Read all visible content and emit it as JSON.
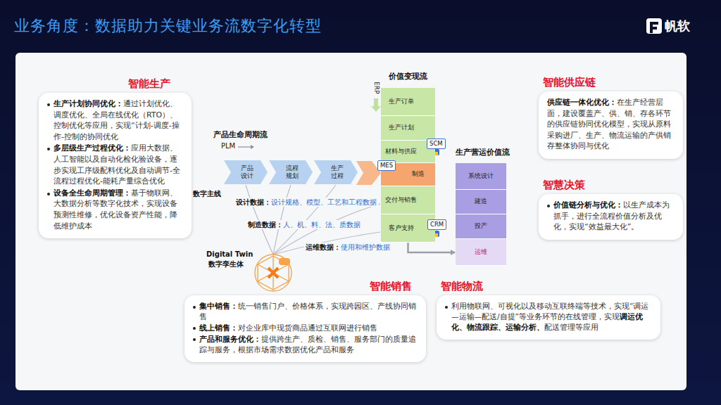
{
  "diagram": {
    "title": "业务角度：数据助力关键业务流数字化转型",
    "nodes": [
      {
        "text": [
          "智能生产",
          "生产计划协同优化：",
          "通过计划优化、调度优化、全局在线优化（RTO）、控制优化等应用，实现“计划-调度-操作-控制的协同优化",
          "多层级生产过程优化：",
          "应用大数据、人工智能以及自动化检化验设备，逐步实现工序级配料优化及自动调节-全流程过程优化-能耗产量综合优化",
          "设备全生命周期管理：",
          "基于物联网、大数据分析等数字化技术，实现设备预测性维修，优化设备资产性能，降低维护成本"
        ]
      },
      {
        "text": [
          "价值变现流"
        ]
      },
      {
        "text": [
          "生产订单"
        ],
        "in": 1
      },
      {
        "text": [
          "生产计划"
        ],
        "in": 1
      },
      {
        "text": [
          "材料与供应"
        ],
        "in": 1
      },
      {
        "text": [
          "制造"
        ],
        "in": 1
      },
      {
        "text": [
          "交付与销售"
        ],
        "in": 1
      },
      {
        "text": [
          "客户支持"
        ],
        "in": 1
      },
      {
        "text": [
          "SCM"
        ]
      },
      {
        "text": [
          "MES"
        ]
      },
      {
        "text": [
          "CRM"
        ]
      },
      {
        "text": [
          "产品设计"
        ]
      },
      {
        "text": [
          "流程规划"
        ]
      },
      {
        "text": [
          "生产过程"
        ]
      },
      {
        "text": [
          "生产营运价值流"
        ]
      },
      {
        "text": [
          "系统设计"
        ],
        "in": 14
      },
      {
        "text": [
          "建造"
        ],
        "in": 14
      },
      {
        "text": [
          "投产"
        ],
        "in": 14
      },
      {
        "text": [
          "运维"
        ],
        "in": 14
      },
      {
        "text": [
          "智能供应链",
          "供应链一体化优化：",
          "在生产经营层面，建设覆盖产、供、销、存各环节的供应链协同优化模型，实现从原料采购进厂、生产、物流运输的产供销存整体协同与优化"
        ]
      },
      {
        "text": [
          "智慧决策",
          "价值链分析与优化：",
          "以生产成本为抓手，进行全流程价值分析及优化，实现“效益最大化”。"
        ]
      },
      {
        "text": [
          "智能销售",
          "集中销售：",
          "统一销售门户、价格体系，实现跨园区、产线协同销售",
          "线上销售：",
          "对企业库中现货商品通过互联网进行销售",
          "产品和服务优化：",
          "提供跨生产、质检、销售、服务部门的质量追踪与服务，根据市场需求数据优化产品和服务"
        ]
      },
      {
        "text": [
          "智能物流",
          "利用物联网、可视化以及移动互联终端等技术，实现“调运—运输—配送/自提”等业务环节的在线管理，实现",
          "调运优化、物流跟踪、运输分析、",
          "配送管理等应用"
        ]
      }
    ],
    "edges": [
      {
        "from": 7,
        "to": 18,
        "arrow": "to"
      }
    ],
    "labels": [
      "帆软",
      "产品生命周期流",
      "PLM",
      "ERP",
      "数字主线",
      "设计数据：",
      "设计规格、模型、工艺和工程数据",
      "制造数据：",
      "人、机、料、法、质数据",
      "运维数据：",
      "使用和维护数据",
      "Digital Twin",
      "数字孪生体"
    ]
  }
}
